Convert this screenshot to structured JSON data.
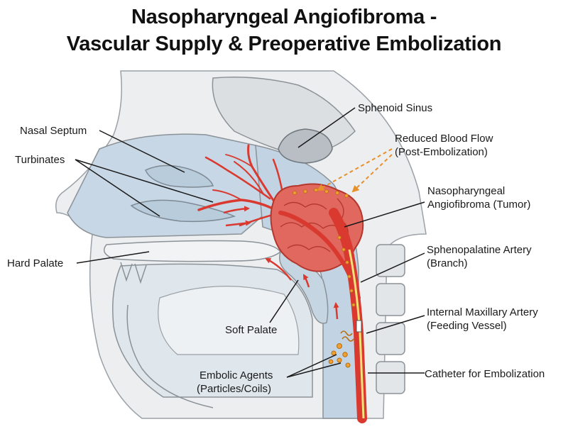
{
  "title": {
    "line1": "Nasopharyngeal Angiofibroma -",
    "line2": "Vascular Supply & Preoperative Embolization"
  },
  "labels": {
    "nasal_septum": "Nasal Septum",
    "turbinates": "Turbinates",
    "hard_palate": "Hard Palate",
    "soft_palate": "Soft Palate",
    "embolic_agents_1": "Embolic Agents",
    "embolic_agents_2": "(Particles/Coils)",
    "sphenoid_sinus": "Sphenoid Sinus",
    "reduced_flow_1": "Reduced Blood Flow",
    "reduced_flow_2": "(Post-Embolization)",
    "tumor_1": "Nasopharyngeal",
    "tumor_2": "Angiofibroma (Tumor)",
    "spa_1": "Sphenopalatine Artery",
    "spa_2": "(Branch)",
    "ima_1": "Internal Maxillary Artery",
    "ima_2": "(Feeding Vessel)",
    "catheter": "Catheter for Embolization"
  },
  "colors": {
    "bone": "#e8ebee",
    "bone_stroke": "#8b9298",
    "airway": "#c2d4e3",
    "tumor": "#e0685e",
    "artery": "#d9392f",
    "embolic": "#f0a030",
    "catheter": "#f2e07a"
  }
}
